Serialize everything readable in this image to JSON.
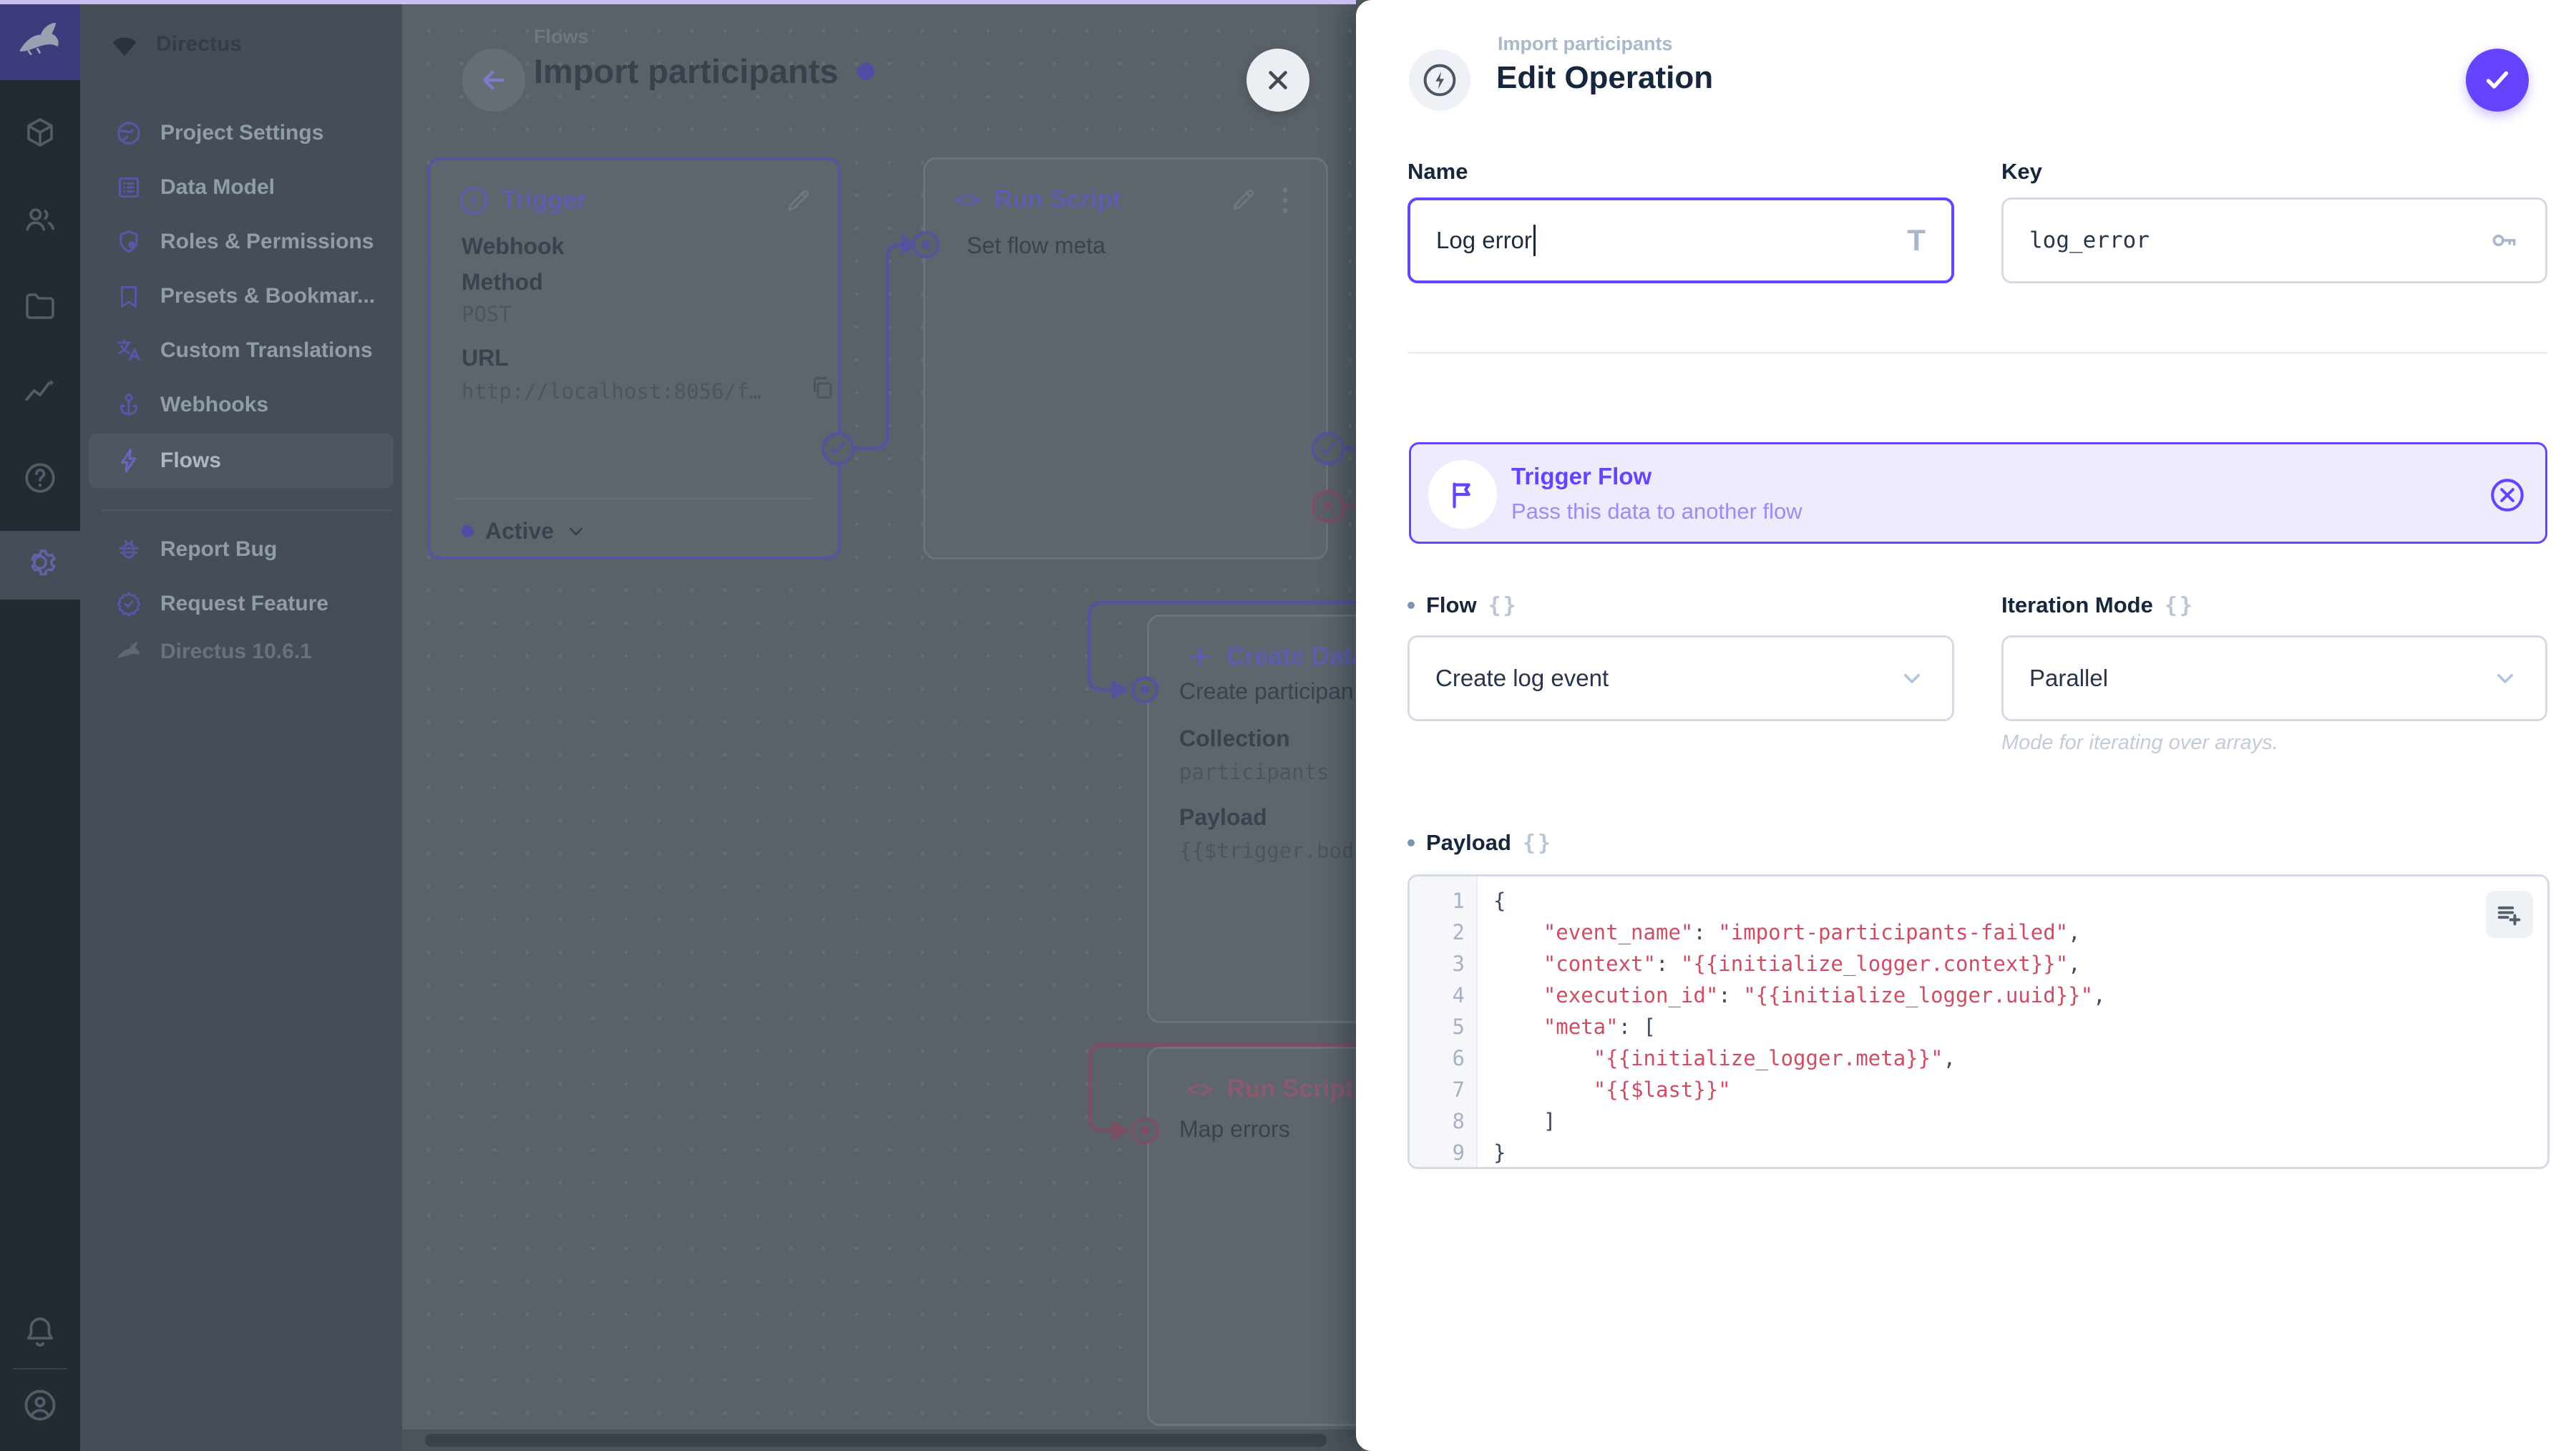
{
  "colors": {
    "accent": "#6644ff",
    "code_string": "#cf4c63",
    "code_punct": "#3b4a5f",
    "banner_bg": "#efebff",
    "selected_border": "#55549f",
    "reject_rose": "#7c4f63"
  },
  "module_bar": {
    "icons": [
      "directus-rabbit-logo",
      "collections-cube",
      "users-people",
      "files-folder",
      "insights-activity",
      "help-question",
      "settings-gear",
      "notifications-bell",
      "account-avatar"
    ]
  },
  "nav": {
    "header": "Directus",
    "items": [
      {
        "label": "Project Settings",
        "icon": "globe"
      },
      {
        "label": "Data Model",
        "icon": "data-model"
      },
      {
        "label": "Roles & Permissions",
        "icon": "shield"
      },
      {
        "label": "Presets & Bookmar...",
        "icon": "bookmark"
      },
      {
        "label": "Custom Translations",
        "icon": "translate"
      },
      {
        "label": "Webhooks",
        "icon": "anchor"
      },
      {
        "label": "Flows",
        "icon": "bolt",
        "active": true
      },
      {
        "label": "Report Bug",
        "icon": "bug"
      },
      {
        "label": "Request Feature",
        "icon": "badge-check"
      }
    ],
    "version": "Directus 10.6.1"
  },
  "canvas": {
    "breadcrumb": "Flows",
    "title": "Import participants",
    "trigger_panel": {
      "title": "Trigger",
      "type": "Webhook",
      "method_label": "Method",
      "method_value": "POST",
      "url_label": "URL",
      "url_value": "http://localhost:8056/f…",
      "status": "Active"
    },
    "run_script_panel": {
      "title": "Run Script",
      "name": "Set flow meta"
    },
    "create_data_panel": {
      "title": "Create Data",
      "name": "Create participan",
      "collection_label": "Collection",
      "collection_value": "participants",
      "payload_label": "Payload",
      "payload_value": "{{$trigger.bod"
    },
    "map_errors_panel": {
      "title": "Run Script",
      "name": "Map errors"
    }
  },
  "drawer": {
    "breadcrumb": "Import participants",
    "title": "Edit Operation",
    "name_field": {
      "label": "Name",
      "value": "Log error"
    },
    "key_field": {
      "label": "Key",
      "value": "log_error"
    },
    "banner": {
      "title": "Trigger Flow",
      "subtitle": "Pass this data to another flow"
    },
    "flow_field": {
      "label": "Flow",
      "value": "Create log event"
    },
    "iteration_field": {
      "label": "Iteration Mode",
      "value": "Parallel",
      "note": "Mode for iterating over arrays."
    },
    "payload_field": {
      "label": "Payload"
    },
    "code_lines": [
      [
        {
          "c": "p",
          "t": "{"
        }
      ],
      [
        {
          "c": "p",
          "t": "    "
        },
        {
          "c": "s",
          "t": "\"event_name\""
        },
        {
          "c": "p",
          "t": ": "
        },
        {
          "c": "s",
          "t": "\"import-participants-failed\""
        },
        {
          "c": "p",
          "t": ","
        }
      ],
      [
        {
          "c": "p",
          "t": "    "
        },
        {
          "c": "s",
          "t": "\"context\""
        },
        {
          "c": "p",
          "t": ": "
        },
        {
          "c": "s",
          "t": "\"{{initialize_logger.context}}\""
        },
        {
          "c": "p",
          "t": ","
        }
      ],
      [
        {
          "c": "p",
          "t": "    "
        },
        {
          "c": "s",
          "t": "\"execution_id\""
        },
        {
          "c": "p",
          "t": ": "
        },
        {
          "c": "s",
          "t": "\"{{initialize_logger.uuid}}\""
        },
        {
          "c": "p",
          "t": ","
        }
      ],
      [
        {
          "c": "p",
          "t": "    "
        },
        {
          "c": "s",
          "t": "\"meta\""
        },
        {
          "c": "p",
          "t": ": ["
        }
      ],
      [
        {
          "c": "p",
          "t": "        "
        },
        {
          "c": "s",
          "t": "\"{{initialize_logger.meta}}\""
        },
        {
          "c": "p",
          "t": ","
        }
      ],
      [
        {
          "c": "p",
          "t": "        "
        },
        {
          "c": "s",
          "t": "\"{{$last}}\""
        }
      ],
      [
        {
          "c": "p",
          "t": "    ]"
        }
      ],
      [
        {
          "c": "p",
          "t": "}"
        }
      ]
    ]
  }
}
